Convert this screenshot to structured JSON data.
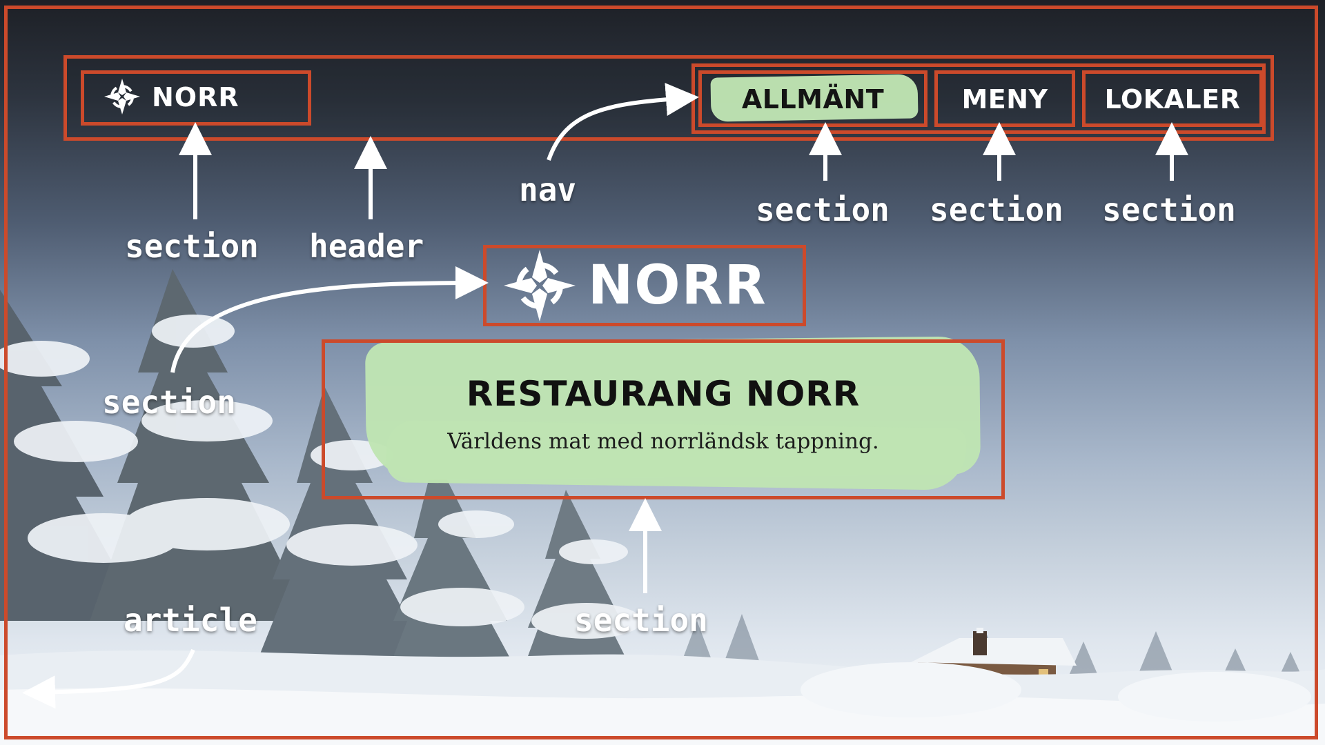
{
  "site": {
    "header_logo_text": "NORR",
    "logo_icon": "compass-star-icon",
    "hero_logo_text": "NORR",
    "hero_title": "RESTAURANG NORR",
    "hero_subtitle": "Världens mat med norrländsk tappning."
  },
  "nav": {
    "items": [
      {
        "label": "ALLMÄNT",
        "active": true
      },
      {
        "label": "MENY",
        "active": false
      },
      {
        "label": "LOKALER",
        "active": false
      }
    ]
  },
  "annotations": {
    "header_logo_section": "section",
    "header": "header",
    "nav": "nav",
    "nav_section_1": "section",
    "nav_section_2": "section",
    "nav_section_3": "section",
    "hero_logo_section": "section",
    "hero_text_section": "section",
    "article": "article"
  },
  "colors": {
    "outline": "#cc4a2b",
    "highlight": "#bfe4b3",
    "text_light": "#ffffff",
    "text_dark": "#111111"
  }
}
